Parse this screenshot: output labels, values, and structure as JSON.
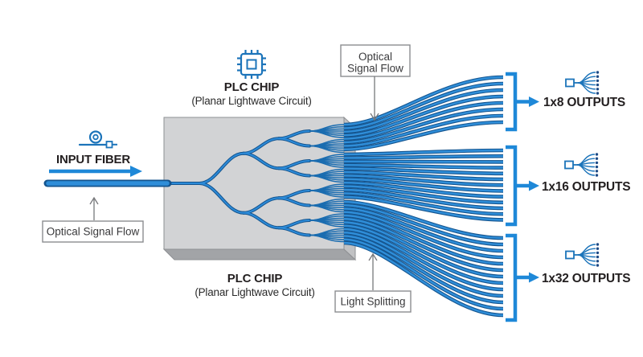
{
  "plc_chip": {
    "label": "PLC CHIP",
    "sublabel": "(Planar Lightwave Circuit)",
    "icon": "microchip-icon"
  },
  "input_fiber": {
    "label": "INPUT FIBER",
    "icon": "fiber-spool-icon"
  },
  "callouts": {
    "optical_signal_flow_top": {
      "line1": "Optical",
      "line2": "Signal Flow"
    },
    "optical_signal_flow_left": {
      "label": "Optical Signal Flow"
    },
    "light_splitting": {
      "label": "Light Splitting"
    }
  },
  "outputs": [
    {
      "label": "1x8 OUTPUTS",
      "fiber_count": 8,
      "icon": "splitter-fanout-icon"
    },
    {
      "label": "1x16 OUTPUTS",
      "fiber_count": 16,
      "icon": "splitter-fanout-icon"
    },
    {
      "label": "1x32 OUTPUTS",
      "fiber_count": 32,
      "icon": "splitter-fanout-icon"
    }
  ],
  "colors": {
    "fiber_dark": "#14548e",
    "fiber_light": "#2f8ed9",
    "accent_blue": "#1e88d8",
    "icon_blue": "#1c74ba",
    "text_dark": "#231f20",
    "chip_face": "#d2d3d5",
    "chip_side": "#c1c2c4",
    "chip_bottom": "#a2a4a7",
    "callout_border": "#8b8d90",
    "arrow_gray": "#77787b",
    "background": "#ffffff"
  }
}
